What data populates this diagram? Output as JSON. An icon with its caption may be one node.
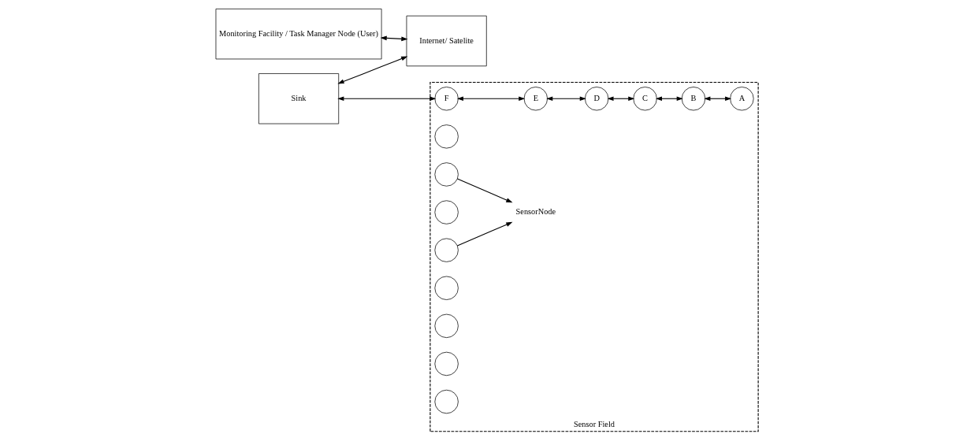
{
  "diagram": {
    "nodes": [
      {
        "text": [
          "Sink"
        ]
      },
      {
        "text": [
          "Internet/ Satelite"
        ]
      },
      {
        "text": [
          "Monitoring Facility / Task Manager Node (User)"
        ]
      },
      {
        "text": [
          "Sensor Field"
        ]
      },
      {
        "text": [
          "E"
        ],
        "in": 3
      },
      {
        "text": [
          "F"
        ],
        "in": 3
      },
      {
        "text": [
          "D"
        ],
        "in": 3
      },
      {
        "text": [
          "SensorNode"
        ],
        "in": 3
      },
      {
        "text": [
          "C"
        ],
        "in": 3
      },
      {
        "text": [
          "B"
        ],
        "in": 3
      },
      {
        "text": [
          "A"
        ],
        "in": 3
      },
      {
        "text": [],
        "shape": "circle",
        "in": 3
      },
      {
        "text": [],
        "shape": "circle",
        "in": 3
      },
      {
        "text": [],
        "shape": "circle",
        "in": 3
      },
      {
        "text": [],
        "shape": "circle",
        "in": 3
      },
      {
        "text": [],
        "shape": "circle",
        "in": 3
      },
      {
        "text": [],
        "shape": "circle",
        "in": 3
      },
      {
        "text": [],
        "shape": "circle",
        "in": 3
      },
      {
        "text": [],
        "shape": "circle",
        "in": 3
      }
    ],
    "edges": [
      {
        "from": 0,
        "to": 5,
        "arrow": "both"
      },
      {
        "from": 0,
        "to": 1,
        "arrow": "both"
      },
      {
        "from": 2,
        "to": 1,
        "arrow": "both"
      },
      {
        "from": 5,
        "to": 4,
        "arrow": "both"
      },
      {
        "from": 4,
        "to": 6,
        "arrow": "both"
      },
      {
        "from": 6,
        "to": 8,
        "arrow": "both"
      },
      {
        "from": 8,
        "to": 9,
        "arrow": "both"
      },
      {
        "from": 9,
        "to": 10,
        "arrow": "both"
      },
      {
        "from": 12,
        "to": 7,
        "arrow": "to"
      },
      {
        "from": 14,
        "to": 7,
        "arrow": "to"
      }
    ]
  }
}
